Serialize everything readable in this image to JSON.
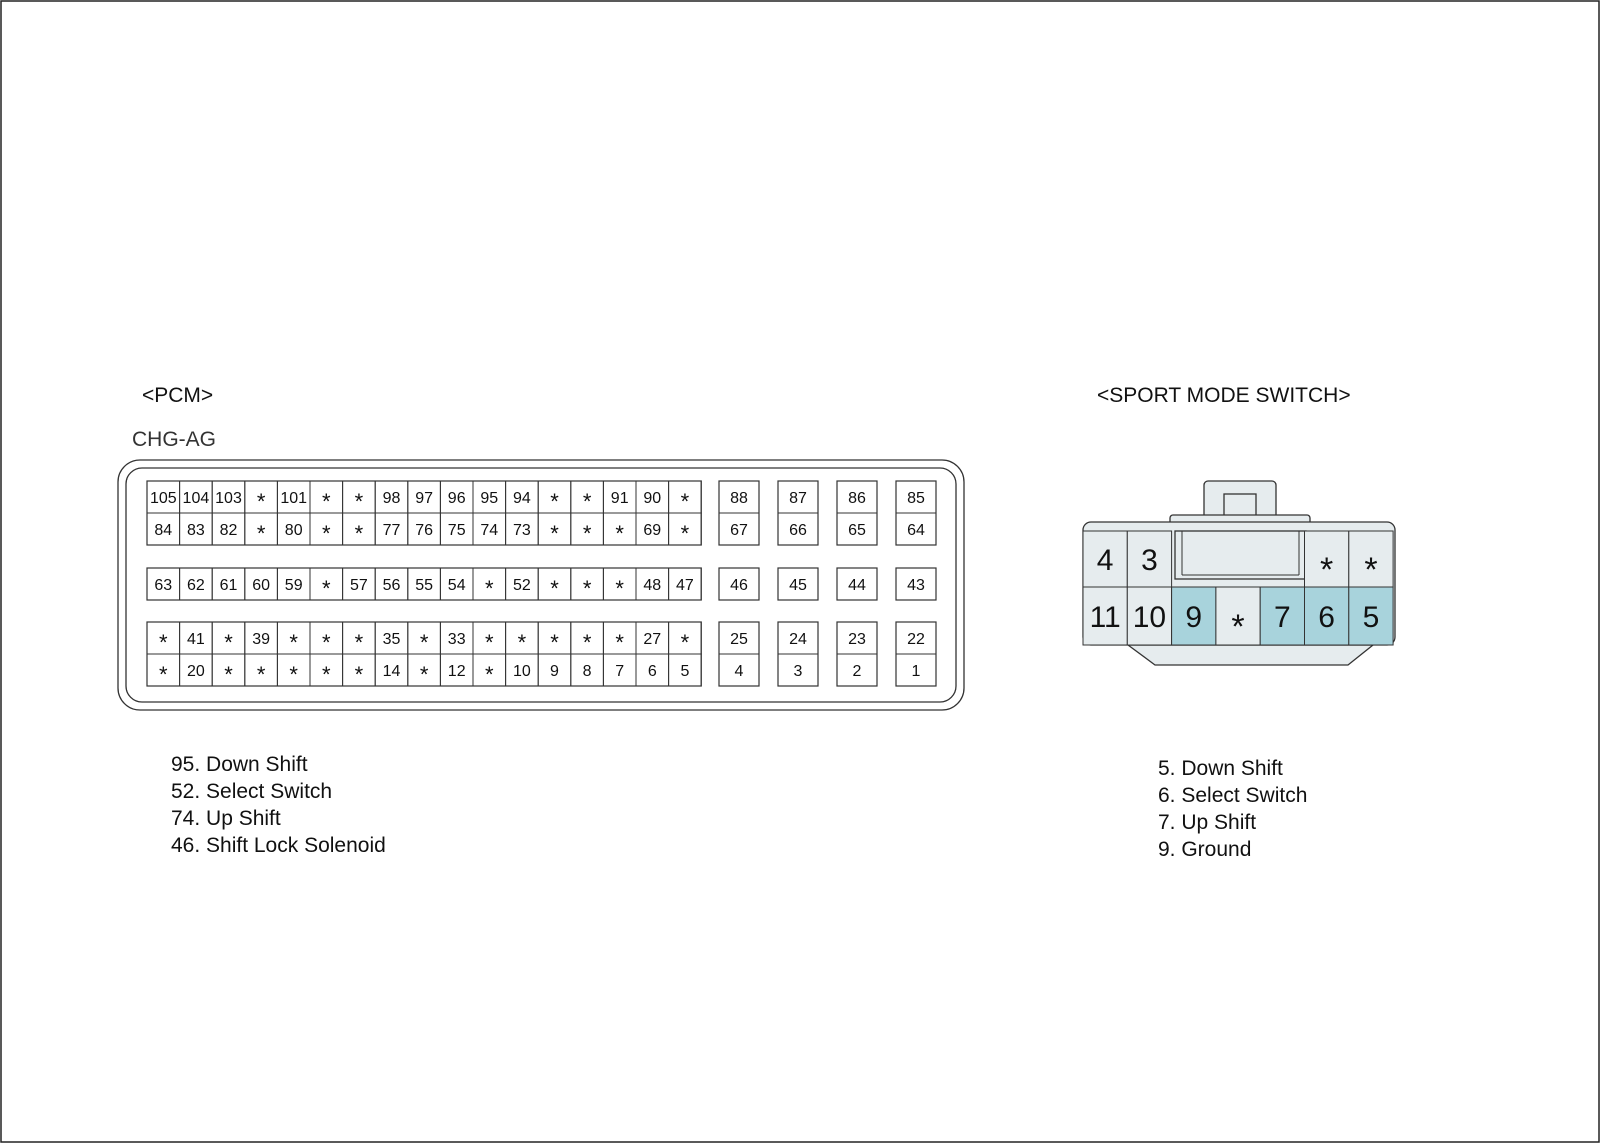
{
  "pcm": {
    "title": "<PCM>",
    "code": "CHG-AG",
    "rows": [
      [
        "105",
        "104",
        "103",
        "*",
        "101",
        "*",
        "*",
        "98",
        "97",
        "96",
        "95",
        "94",
        "*",
        "*",
        "91",
        "90",
        "*",
        "88",
        "87",
        "86",
        "85"
      ],
      [
        "84",
        "83",
        "82",
        "*",
        "80",
        "*",
        "*",
        "77",
        "76",
        "75",
        "74",
        "73",
        "*",
        "*",
        "*",
        "69",
        "*",
        "67",
        "66",
        "65",
        "64"
      ],
      [
        "63",
        "62",
        "61",
        "60",
        "59",
        "*",
        "57",
        "56",
        "55",
        "54",
        "*",
        "52",
        "*",
        "*",
        "*",
        "48",
        "47",
        "46",
        "45",
        "44",
        "43"
      ],
      [
        "*",
        "41",
        "*",
        "39",
        "*",
        "*",
        "*",
        "35",
        "*",
        "33",
        "*",
        "*",
        "*",
        "*",
        "*",
        "27",
        "*",
        "25",
        "24",
        "23",
        "22"
      ],
      [
        "*",
        "20",
        "*",
        "*",
        "*",
        "*",
        "*",
        "14",
        "*",
        "12",
        "*",
        "10",
        "9",
        "8",
        "7",
        "6",
        "5",
        "4",
        "3",
        "2",
        "1"
      ]
    ],
    "legend": [
      "95. Down  Shift",
      "52. Select  Switch",
      "74. Up  Shift",
      "46. Shift Lock Solenoid"
    ]
  },
  "sport_mode_switch": {
    "title": "<SPORT MODE SWITCH>",
    "top_row": [
      "4",
      "3",
      "*",
      "*"
    ],
    "bottom_row": [
      "11",
      "10",
      "9",
      "*",
      "7",
      "6",
      "5"
    ],
    "highlighted_pins": [
      "9",
      "7",
      "6",
      "5"
    ],
    "legend": [
      "5. Down  Shift",
      "6. Select  Switch",
      "7. Up  Shift",
      "9. Ground"
    ]
  },
  "colors": {
    "highlight": "#a8d3dc",
    "pin_fill": "#e6ecee",
    "stroke": "#333333"
  }
}
